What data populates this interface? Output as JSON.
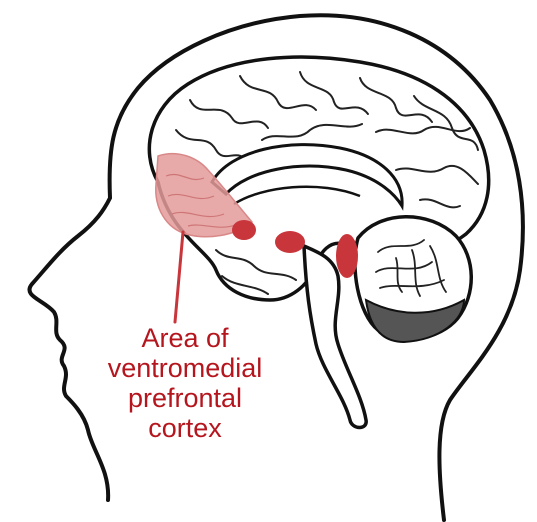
{
  "diagram": {
    "label_lines": [
      "Area of",
      "ventromedial",
      "prefrontal",
      "cortex"
    ],
    "colors": {
      "outline": "#111111",
      "highlight": "#c8353b",
      "region_fill": "#e49a9a",
      "background": "#ffffff"
    }
  }
}
